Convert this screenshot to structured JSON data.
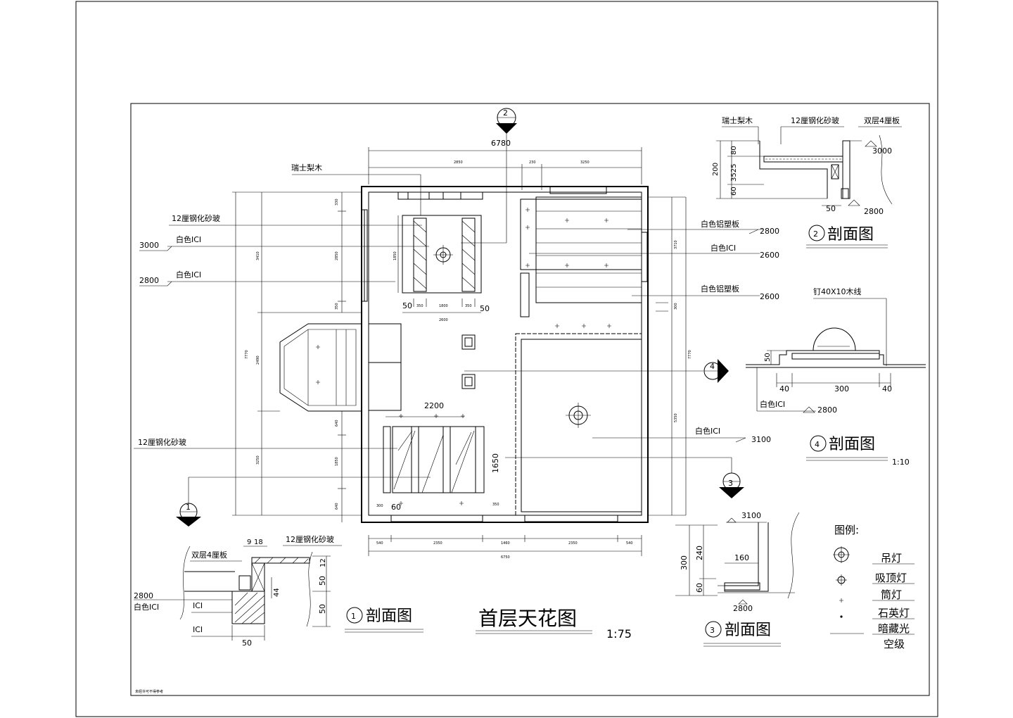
{
  "drawing": {
    "title": "首层天花图",
    "scale": "1:75",
    "footnote": "未经许可不得参考",
    "overall_dims": {
      "width": "6780",
      "sub_left": "2850",
      "sub_mid": "230",
      "sub_right": "3250"
    },
    "bottom_dims": [
      "540",
      "2350",
      "1460",
      "2350",
      "540"
    ],
    "bottom_total": "6750",
    "left_dims": {
      "total": "7770",
      "a": "3410",
      "b": "2490",
      "c": "3250",
      "r1": "330",
      "r2": "2850",
      "r3": "350",
      "d1": "640",
      "d2": "1850",
      "d3": "640",
      "inner": "1850"
    },
    "right_dims": {
      "top": "3710",
      "mid": "300",
      "total": "7770",
      "low": "5350"
    },
    "room_dims": {
      "rect_left": "50",
      "rect_right": "50",
      "w1": "350",
      "w2": "1800",
      "w3": "350",
      "w_total": "2600",
      "glass_w": "2200",
      "glass_h": "1650",
      "bottom_left": "300",
      "bottom_60": "60",
      "bottom_right": "350"
    },
    "section_markers": [
      "1",
      "2",
      "3",
      "4"
    ],
    "callouts": {
      "swiss_pear": "瑞士梨木",
      "tempered_glass": "12厘钢化砂玻",
      "tempered_glass_alt": "12厘钢化砂玻",
      "white_ici": "白色ICI",
      "white_alu": "白色铝塑板"
    },
    "elevations": {
      "e3000": "3000",
      "e2800": "2800",
      "e2600": "2600",
      "e3100": "3100"
    }
  },
  "section1": {
    "title": "剖面图",
    "num": "1",
    "labels": {
      "double_board": "双层4厘板",
      "glass": "12厘钢化砂玻",
      "white_ici": "白色ICI",
      "ici1": "ICI",
      "ici2": "ICI"
    },
    "dims": {
      "d9": "9",
      "d18": "18",
      "d12": "12",
      "d50a": "50",
      "d50b": "50",
      "d50w": "50",
      "d44": "44"
    },
    "elev": "2800"
  },
  "section2": {
    "title": "剖面图",
    "num": "2",
    "labels": {
      "pear": "瑞士梨木",
      "glass": "12厘钢化砂玻",
      "board": "双层4厘板"
    },
    "dims": {
      "d200": "200",
      "d80": "80",
      "d3525": "3525",
      "d60": "60",
      "d50": "50"
    },
    "elev_top": "3000",
    "elev_bot": "2800"
  },
  "section3": {
    "title": "剖面图",
    "num": "3",
    "dims": {
      "d300": "300",
      "d240": "240",
      "d60": "60",
      "d160": "160"
    },
    "elev_top": "3100",
    "elev_bot": "2800"
  },
  "section4": {
    "title": "剖面图",
    "num": "4",
    "scale": "1:10",
    "labels": {
      "nail": "钉40X10木线",
      "white_ici": "白色ICI"
    },
    "dims": {
      "d50": "50",
      "d40a": "40",
      "d300": "300",
      "d40b": "40"
    },
    "elev": "2800"
  },
  "legend": {
    "title": "图例:",
    "items": [
      "吊灯",
      "吸顶灯",
      "筒灯",
      "石英灯",
      "暗藏光",
      "空级"
    ]
  }
}
